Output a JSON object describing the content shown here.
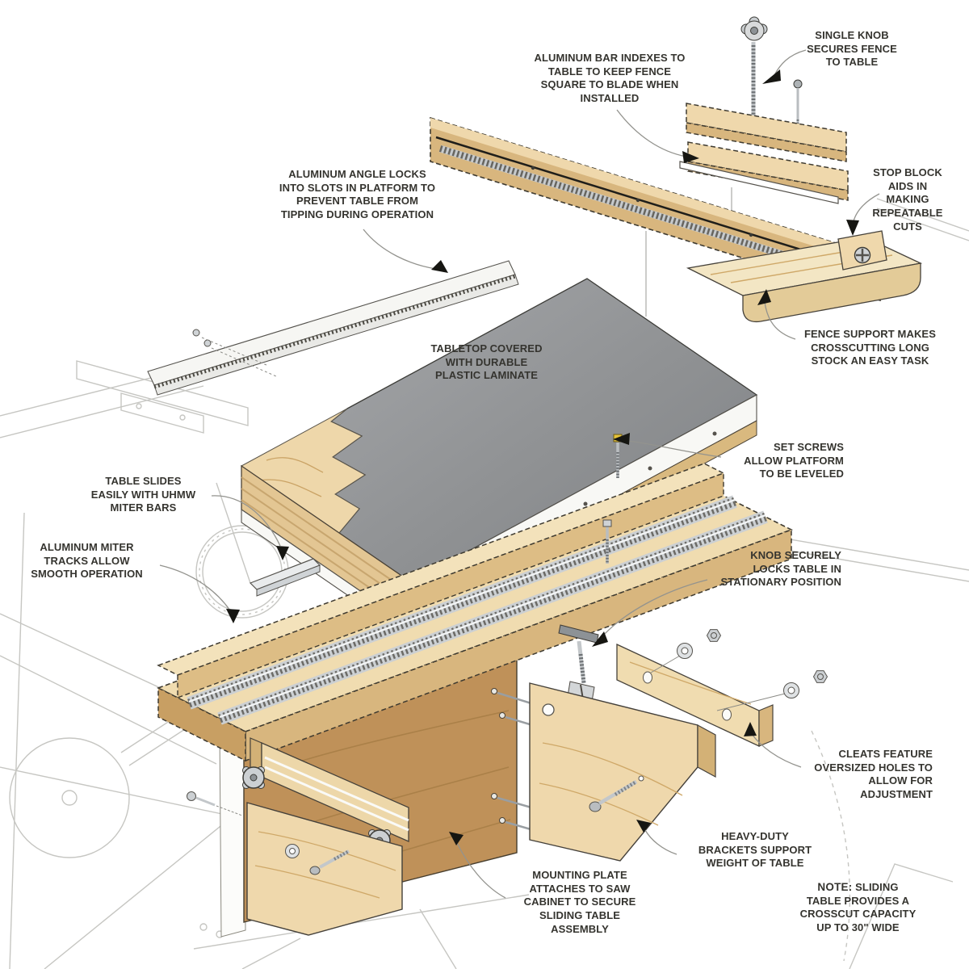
{
  "colors": {
    "wood_light": "#EFD8AC",
    "wood_mid": "#D8B67E",
    "wood_dark": "#C89F63",
    "plate_brown": "#BF9159",
    "laminate_gray": "#8F9193",
    "metal_silver": "#C9CDD0",
    "white_part": "#F8F8F5",
    "outline": "#3E3A30",
    "leader_line": "#93938E",
    "label_text": "#35342F",
    "set_screw_yellow": "#E5C23A",
    "background_line": "#C6C6C2"
  },
  "callouts": [
    {
      "id": "single-knob",
      "text": "SINGLE KNOB\nSECURES FENCE\nTO TABLE"
    },
    {
      "id": "aluminum-bar",
      "text": "ALUMINUM BAR INDEXES TO\nTABLE TO KEEP FENCE\nSQUARE TO BLADE WHEN\nINSTALLED"
    },
    {
      "id": "stop-block",
      "text": "STOP BLOCK\nAIDS IN\nMAKING\nREPEATABLE\nCUTS"
    },
    {
      "id": "aluminum-angle",
      "text": "ALUMINUM ANGLE LOCKS\nINTO SLOTS IN PLATFORM TO\nPREVENT TABLE FROM\nTIPPING DURING OPERATION"
    },
    {
      "id": "tabletop",
      "text": "TABLETOP COVERED\nWITH DURABLE\nPLASTIC LAMINATE"
    },
    {
      "id": "fence-support",
      "text": "FENCE SUPPORT MAKES\nCROSSCUTTING LONG\nSTOCK AN EASY TASK"
    },
    {
      "id": "table-slides",
      "text": "TABLE SLIDES\nEASILY WITH UHMW\nMITER BARS"
    },
    {
      "id": "set-screws",
      "text": "SET SCREWS\nALLOW PLATFORM\nTO BE LEVELED"
    },
    {
      "id": "miter-tracks",
      "text": "ALUMINUM MITER\nTRACKS ALLOW\nSMOOTH OPERATION"
    },
    {
      "id": "knob-locks",
      "text": "KNOB SECURELY\nLOCKS TABLE IN\nSTATIONARY POSITION"
    },
    {
      "id": "cleats",
      "text": "CLEATS FEATURE\nOVERSIZED HOLES TO\nALLOW FOR\nADJUSTMENT"
    },
    {
      "id": "heavy-duty",
      "text": "HEAVY-DUTY\nBRACKETS SUPPORT\nWEIGHT OF TABLE"
    },
    {
      "id": "mounting-plate",
      "text": "MOUNTING PLATE\nATTACHES TO SAW\nCABINET TO SECURE\nSLIDING TABLE\nASSEMBLY"
    }
  ],
  "note": {
    "prefix": "NOTE:",
    "text": " SLIDING\nTABLE PROVIDES A\nCROSSCUT CAPACITY\nUP TO 30\" WIDE"
  }
}
